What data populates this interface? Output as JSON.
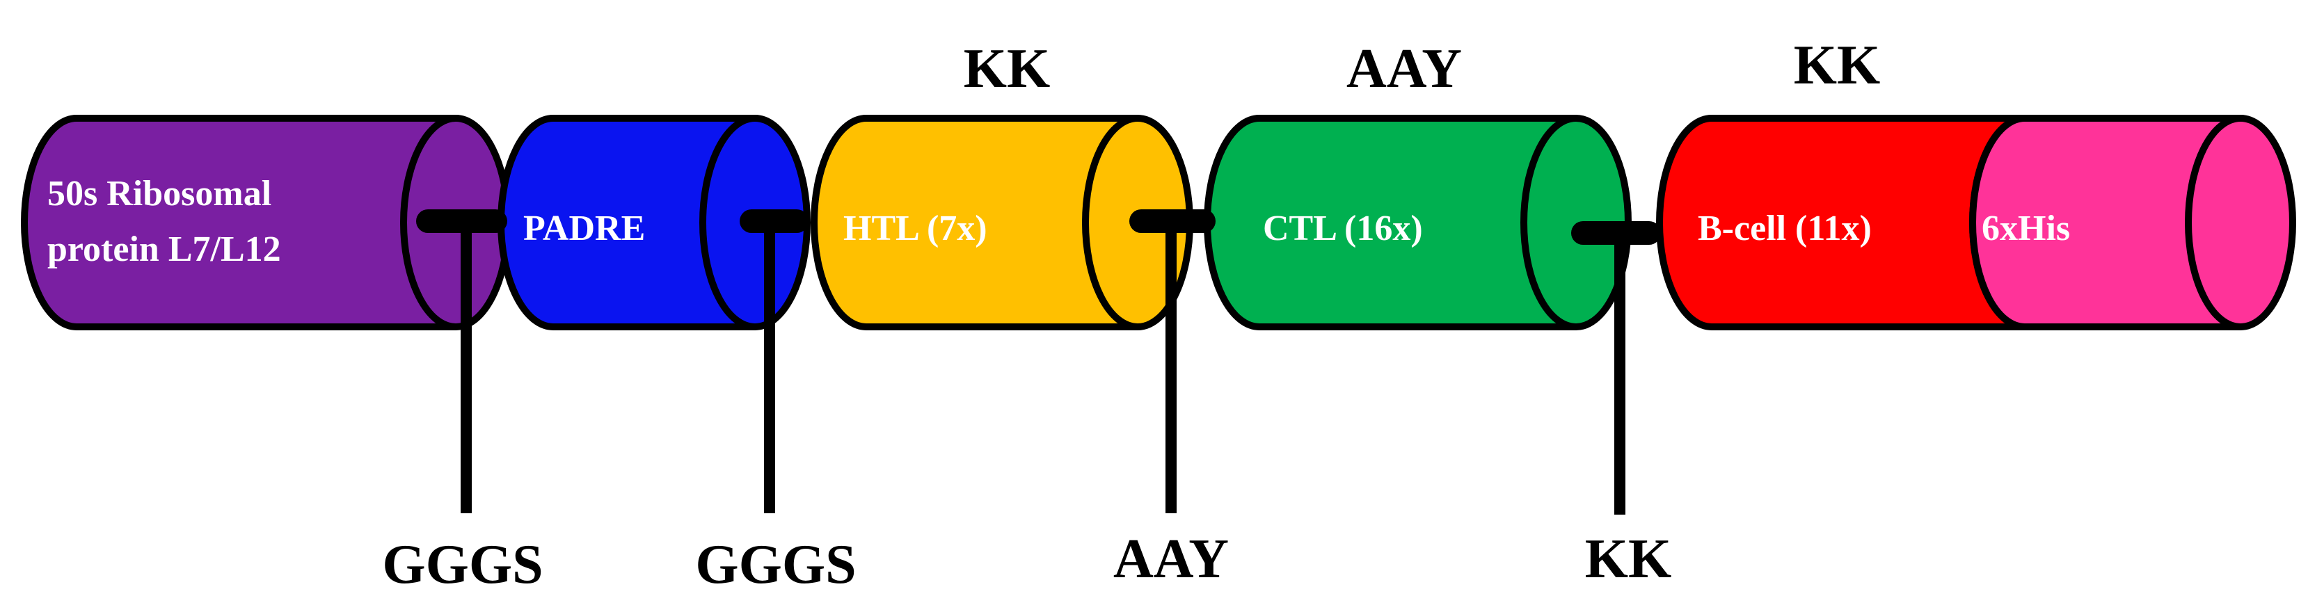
{
  "segments": [
    {
      "id": "ribosomal",
      "lines": [
        "50s Ribosomal",
        "protein L7/L12"
      ],
      "color": "#7a1fa2"
    },
    {
      "id": "padre",
      "lines": [
        "PADRE"
      ],
      "color": "#0a14f0"
    },
    {
      "id": "htl",
      "lines": [
        "HTL (7x)"
      ],
      "color": "#ffc000"
    },
    {
      "id": "ctl",
      "lines": [
        "CTL (16x)"
      ],
      "color": "#00b050"
    },
    {
      "id": "bcell",
      "lines": [
        "B-cell (11x)"
      ],
      "color": "#ff0000"
    },
    {
      "id": "his",
      "lines": [
        "6xHis"
      ],
      "color": "#ff3399"
    }
  ],
  "top_labels": [
    "KK",
    "AAY",
    "KK"
  ],
  "bottom_labels": [
    "GGGS",
    "GGGS",
    "AAY",
    "KK"
  ]
}
